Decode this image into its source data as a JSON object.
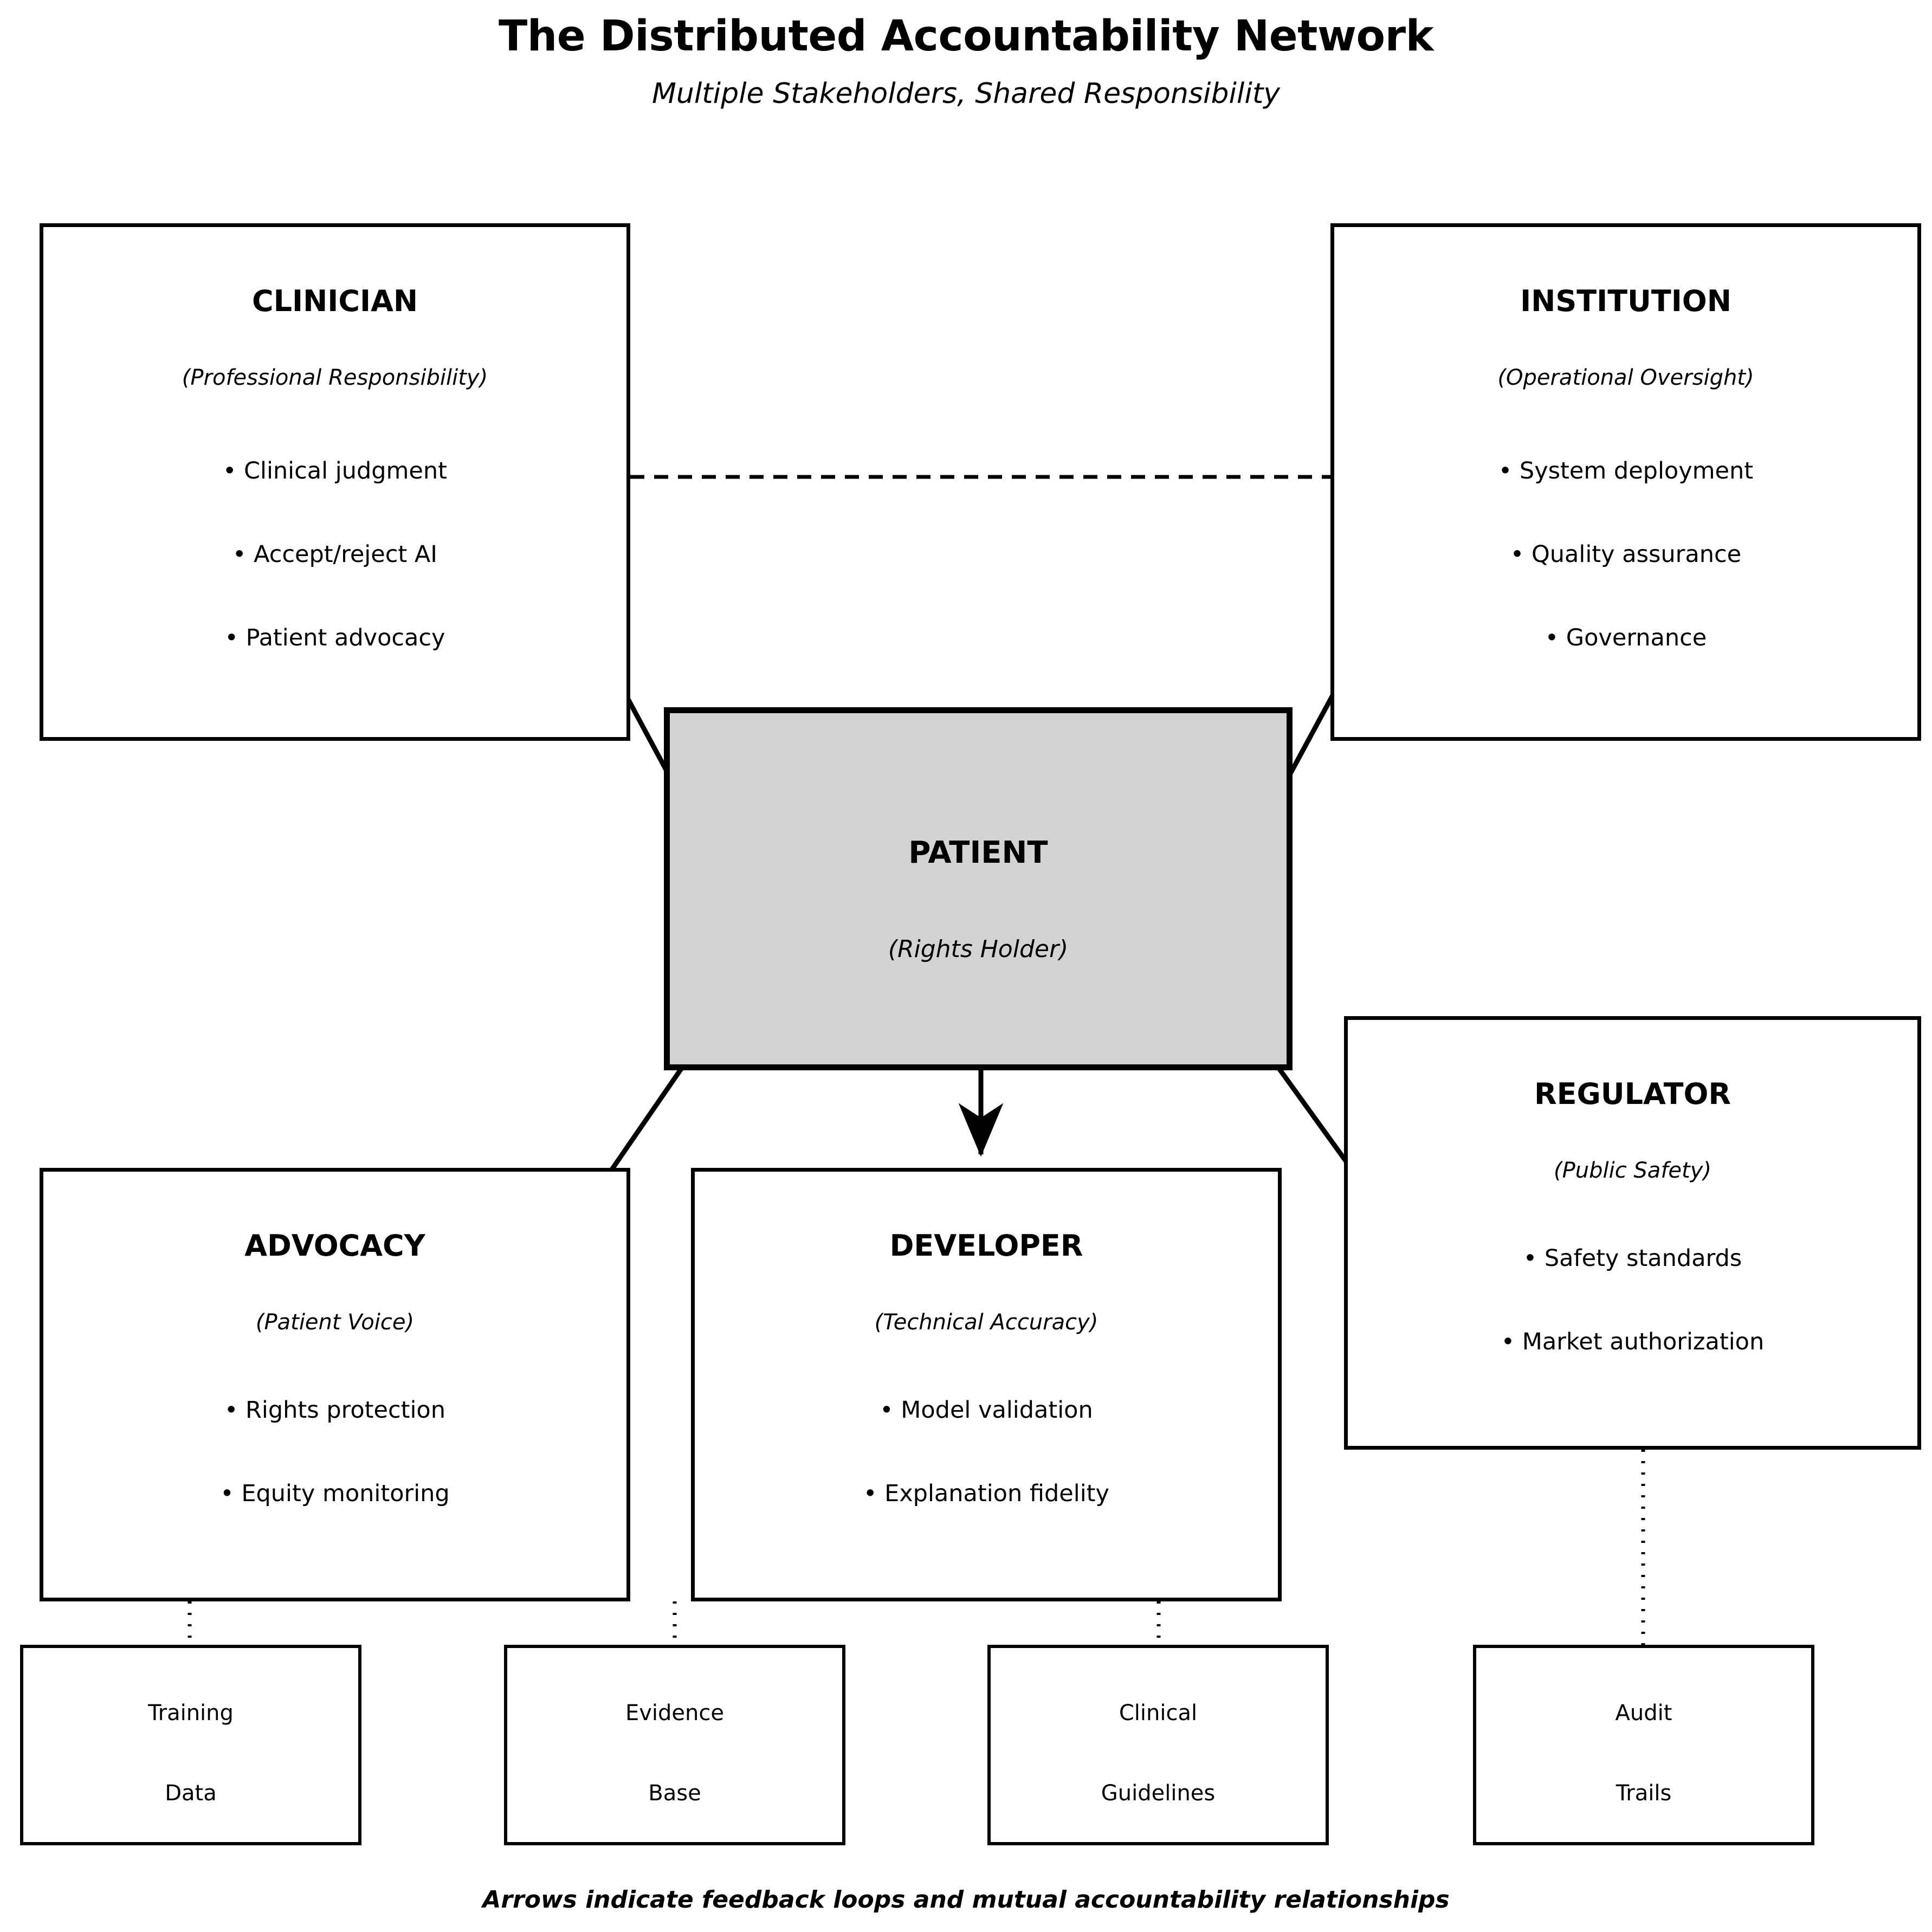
{
  "header": {
    "title": "The Distributed Accountability Network",
    "subtitle": "Multiple Stakeholders, Shared Responsibility"
  },
  "footer": {
    "note": "Arrows indicate feedback loops and mutual accountability relationships"
  },
  "colors": {
    "patient_fill": "#d3d3d3",
    "stroke": "#000000",
    "background": "#ffffff"
  },
  "nodes": {
    "clinician": {
      "title": "CLINICIAN",
      "role": "(Professional Responsibility)",
      "bullets": [
        "• Clinical judgment",
        "• Accept/reject AI",
        "• Patient advocacy"
      ]
    },
    "institution": {
      "title": "INSTITUTION",
      "role": "(Operational Oversight)",
      "bullets": [
        "• System deployment",
        "• Quality assurance",
        "• Governance"
      ]
    },
    "patient": {
      "title": "PATIENT",
      "role": "(Rights Holder)",
      "bullets": []
    },
    "advocacy": {
      "title": "ADVOCACY",
      "role": "(Patient Voice)",
      "bullets": [
        "• Rights protection",
        "• Equity monitoring"
      ]
    },
    "developer": {
      "title": "DEVELOPER",
      "role": "(Technical Accuracy)",
      "bullets": [
        "• Model validation",
        "• Explanation fidelity"
      ]
    },
    "regulator": {
      "title": "REGULATOR",
      "role": "(Public Safety)",
      "bullets": [
        "• Safety standards",
        "• Market authorization"
      ]
    }
  },
  "foundations": [
    {
      "line1": "Training",
      "line2": "Data"
    },
    {
      "line1": "Evidence",
      "line2": "Base"
    },
    {
      "line1": "Clinical",
      "line2": "Guidelines"
    },
    {
      "line1": "Audit",
      "line2": "Trails"
    }
  ],
  "connectors": {
    "peer_link": "dashed-horizontal-clinician-institution",
    "arrows": [
      "clinician-to-patient",
      "institution-to-patient",
      "patient-to-advocacy",
      "patient-to-developer",
      "patient-to-regulator"
    ],
    "dotted_links": [
      "advocacy-to-training-data",
      "advocacy-to-evidence-base",
      "developer-to-clinical-guidelines",
      "regulator-to-audit-trails"
    ]
  }
}
